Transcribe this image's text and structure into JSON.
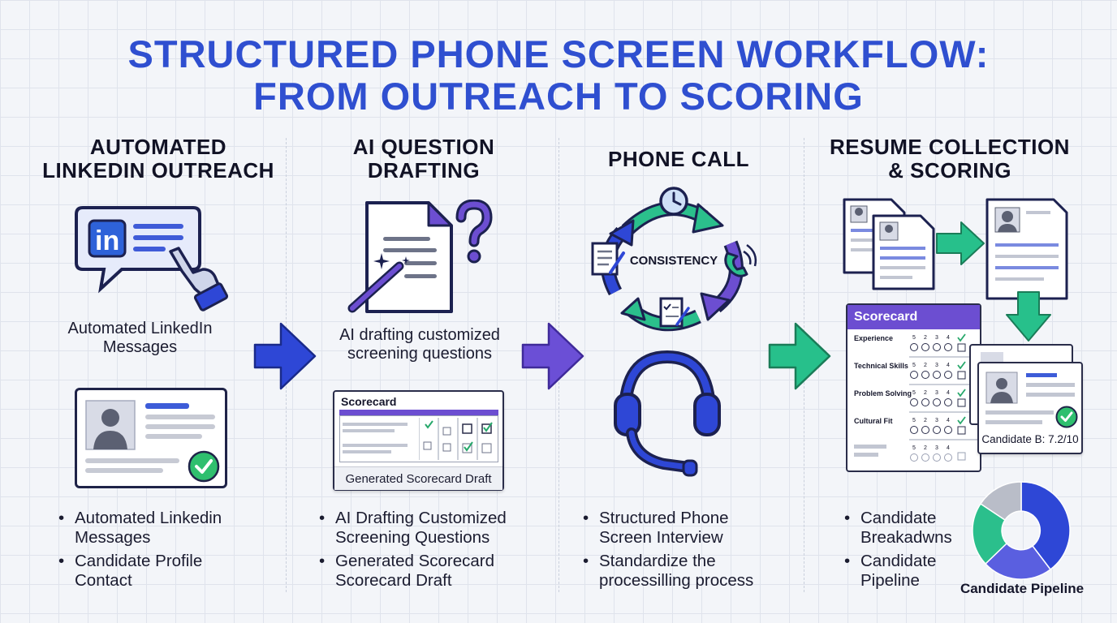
{
  "title": {
    "line1": "STRUCTURED PHONE SCREEN WORKFLOW:",
    "line2": "FROM OUTREACH TO SCORING"
  },
  "columns": [
    {
      "heading_line1": "AUTOMATED",
      "heading_line2": "LINKEDIN OUTREACH",
      "caption_line1": "Automated LinkedIn",
      "caption_line2": "Messages",
      "bullets": [
        {
          "line1": "Automated Linkedin",
          "line2": "Messages"
        },
        {
          "line1": "Candidate Profile",
          "line2": "Contact"
        }
      ]
    },
    {
      "heading_line1": "AI QUESTION",
      "heading_line2": "DRAFTING",
      "caption_line1": "AI drafting customized",
      "caption_line2": "screening questions",
      "scorecard_title": "Scorecard",
      "scorecard_caption": "Generated Scorecard Draft",
      "bullets": [
        {
          "line1": "AI Drafting Customized",
          "line2": "Screening Questions"
        },
        {
          "line1": "Generated Scorecard",
          "line2": "Scorecard Draft"
        }
      ]
    },
    {
      "heading_line1": "PHONE CALL",
      "heading_line2": "",
      "cycle_label": "CONSISTENCY",
      "bullets": [
        {
          "line1": "Structured Phone",
          "line2": "Screen Interview"
        },
        {
          "line1": "Standardize the",
          "line2": "processilling process"
        }
      ]
    },
    {
      "heading_line1": "RESUME COLLECTION",
      "heading_line2": "& SCORING",
      "scorecard_title": "Scorecard",
      "criteria": [
        "Experience",
        "Technical Skills",
        "Problem Solving",
        "Cultural Fit"
      ],
      "scale": [
        "5",
        "2",
        "3",
        "4"
      ],
      "candidate_label": "Candidate B: 7.2/10",
      "pipeline_label": "Candidate Pipeline",
      "bullets": [
        {
          "line1": "Candidate",
          "line2": "Breakadwns"
        },
        {
          "line1": "Candidate",
          "line2": "Pipeline"
        }
      ]
    }
  ],
  "bullet_symbol": "•",
  "li_logo": "in",
  "icons": [
    "linkedin-message-icon",
    "pointing-hand-icon",
    "document-icon",
    "question-mark-icon",
    "magic-wand-icon",
    "clock-icon",
    "phone-icon",
    "headset-icon",
    "checkmark-icon",
    "arrow-right-icon",
    "avatar-icon"
  ],
  "colors": {
    "title": "#2f4fd0",
    "arrow_blue": "#2e47d6",
    "arrow_purple": "#6b4fd6",
    "arrow_green": "#27c08b",
    "purple": "#6c4ed1",
    "green": "#2bbf8c",
    "check_green": "#2fbf6e"
  }
}
